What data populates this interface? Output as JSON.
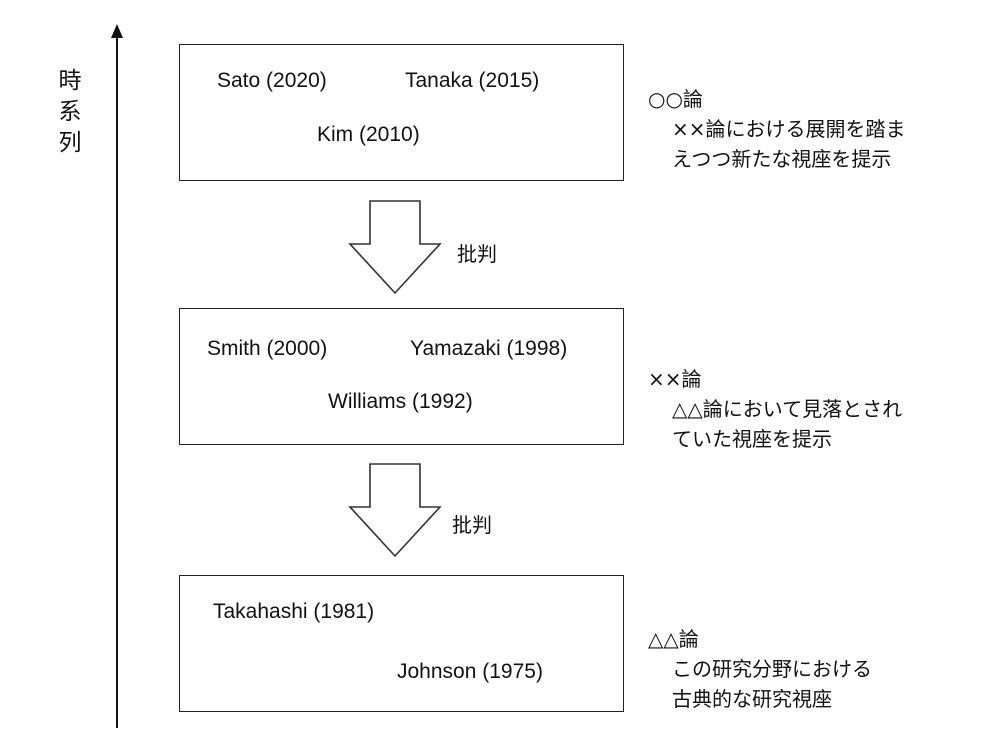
{
  "axis": {
    "label_chars": [
      "時",
      "系",
      "列"
    ]
  },
  "boxes": {
    "top": {
      "citations": [
        "Sato (2020)",
        "Tanaka (2015)",
        "Kim (2010)"
      ]
    },
    "middle": {
      "citations": [
        "Smith (2000)",
        "Yamazaki (1998)",
        "Williams (1992)"
      ]
    },
    "bottom": {
      "citations": [
        "Takahashi (1981)",
        "Johnson (1975)"
      ]
    }
  },
  "arrows": [
    {
      "label": "批判"
    },
    {
      "label": "批判"
    }
  ],
  "notes": {
    "top": {
      "title": "○○論",
      "lines": [
        "××論における展開を踏ま",
        "えつつ新たな視座を提示"
      ]
    },
    "middle": {
      "title": "××論",
      "lines": [
        "△△論において見落とされ",
        "ていた視座を提示"
      ]
    },
    "bottom": {
      "title": "△△論",
      "lines": [
        "この研究分野における",
        "古典的な研究視座"
      ]
    }
  }
}
